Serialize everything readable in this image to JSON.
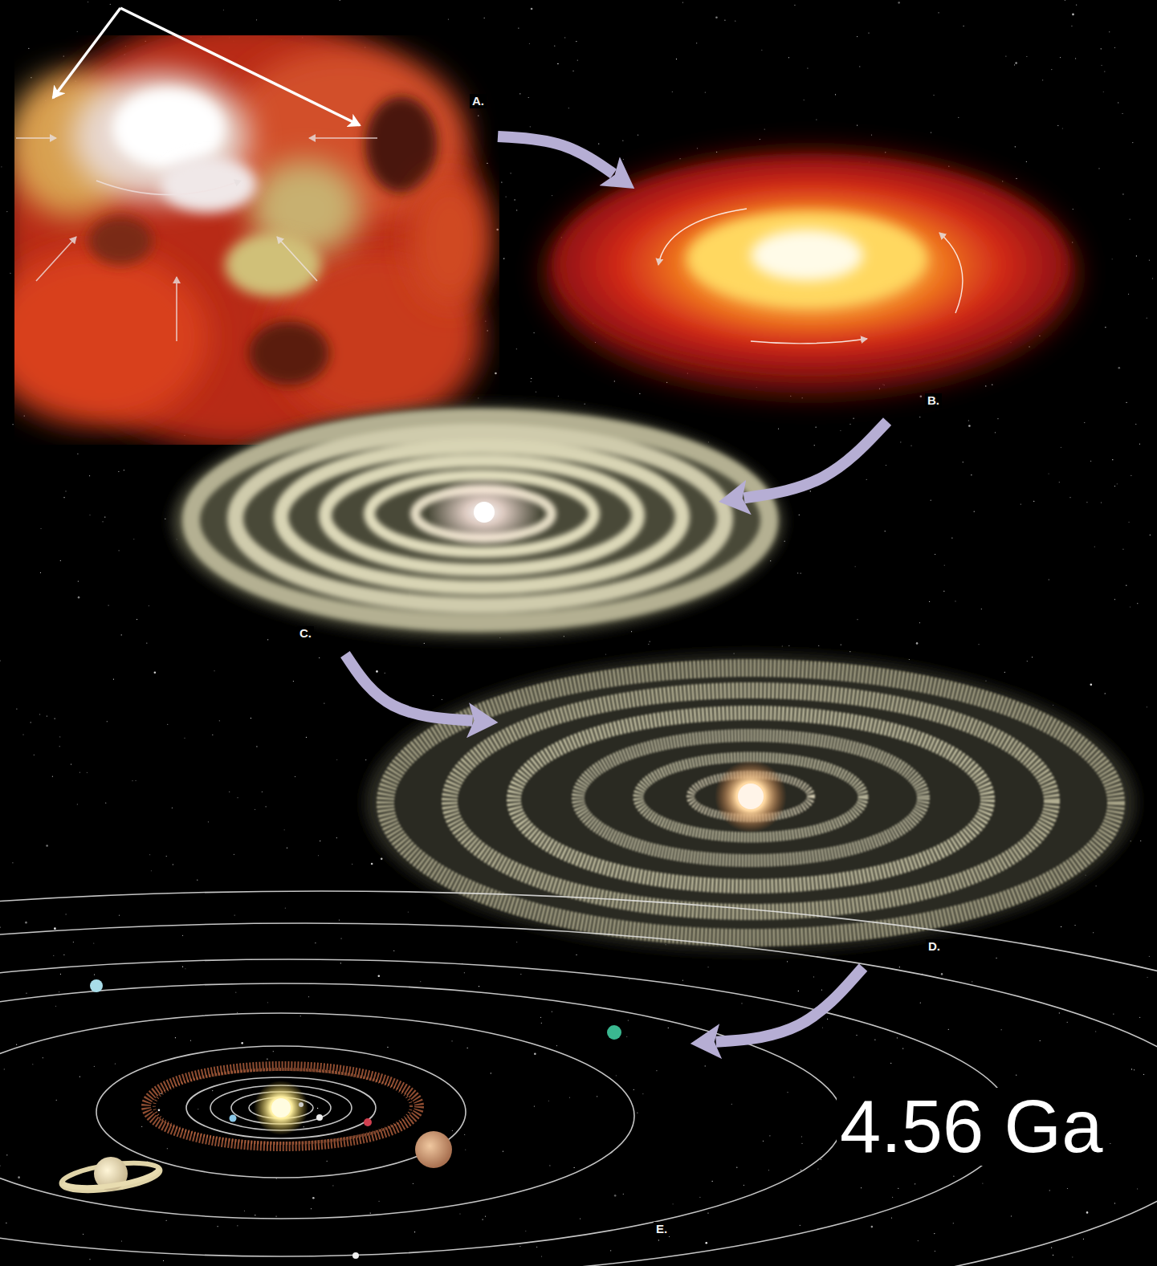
{
  "diagram": {
    "nodes": [
      {
        "text": [
          "A."
        ]
      },
      {
        "text": [
          "B."
        ]
      },
      {
        "text": [
          "C."
        ]
      },
      {
        "text": [
          "D."
        ]
      },
      {
        "text": [
          "E."
        ]
      }
    ],
    "edges": [
      {
        "from": 0,
        "to": 1,
        "arrow": "to"
      },
      {
        "from": 1,
        "to": 2,
        "arrow": "to"
      },
      {
        "from": 2,
        "to": 3,
        "arrow": "to"
      },
      {
        "from": 3,
        "to": 4,
        "arrow": "to"
      }
    ],
    "labels": [
      "4.56 Ga"
    ]
  }
}
